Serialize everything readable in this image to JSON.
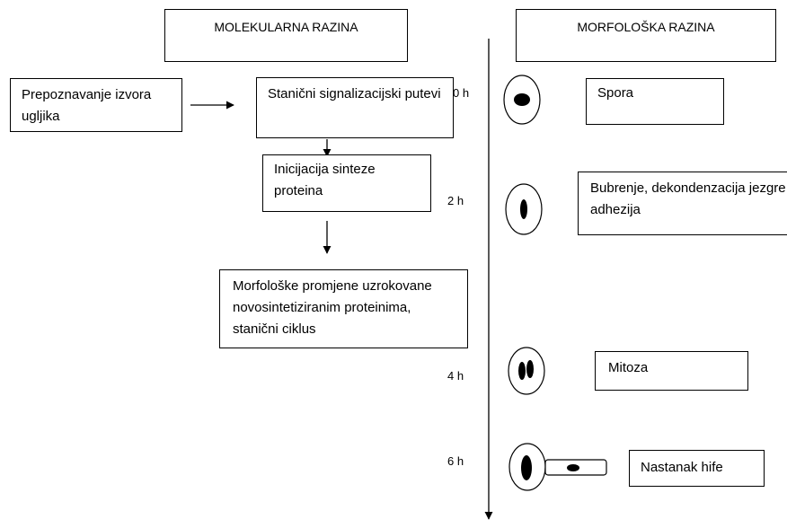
{
  "headers": {
    "molecular": "MOLEKULARNA RAZINA",
    "morphological": "MORFOLOŠKA RAZINA"
  },
  "molecular_steps": {
    "carbon_source": "Prepoznavanje izvora ugljika",
    "signaling": "Stanični signalizacijski putevi",
    "protein_synthesis": "Inicijacija sinteze proteina",
    "morph_changes": "Morfološke promjene uzrokovane novosintetiziranim proteinima, stanični ciklus"
  },
  "timepoints": [
    "0 h",
    "2 h",
    "4 h",
    "6 h"
  ],
  "morphological_stages": [
    "Spora",
    "Bubrenje, dekondenzacija jezgre, adhezija",
    "Mitoza",
    "Nastanak hife"
  ]
}
